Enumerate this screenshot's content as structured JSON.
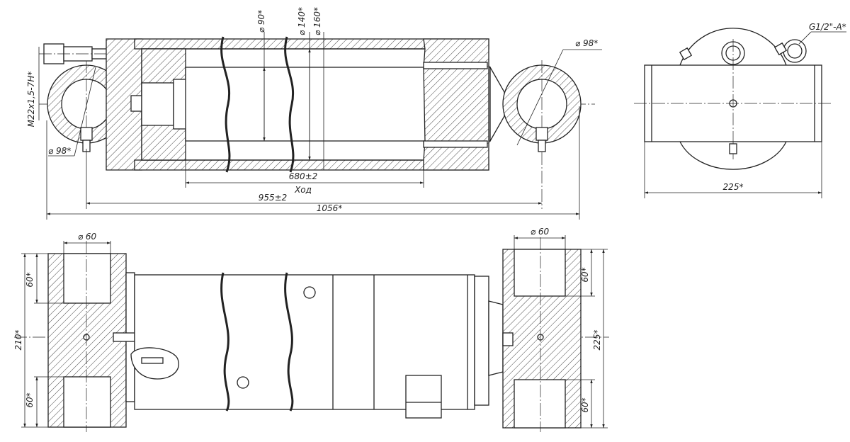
{
  "drawing": {
    "labels": {
      "dia_90": "⌀ 90*",
      "dia_140": "⌀ 140*",
      "dia_160": "⌀ 160*",
      "dia_98_right": "⌀ 98*",
      "dia_98_left": "⌀ 98*",
      "thread": "M22x1,5-7H*",
      "stroke_value": "680±2",
      "stroke_word": "Ход",
      "length_955": "955±2",
      "length_1056": "1056*",
      "port": "G1/2\"-A*",
      "width_225_top": "225*",
      "dia_60_left": "⌀ 60",
      "dia_60_right": "⌀ 60",
      "dim_60_left_top": "60*",
      "dim_60_left_bottom": "60*",
      "dim_210": "210*",
      "dim_60_right_top": "60*",
      "dim_60_right_bottom": "60*",
      "dim_225_right": "225*"
    }
  }
}
